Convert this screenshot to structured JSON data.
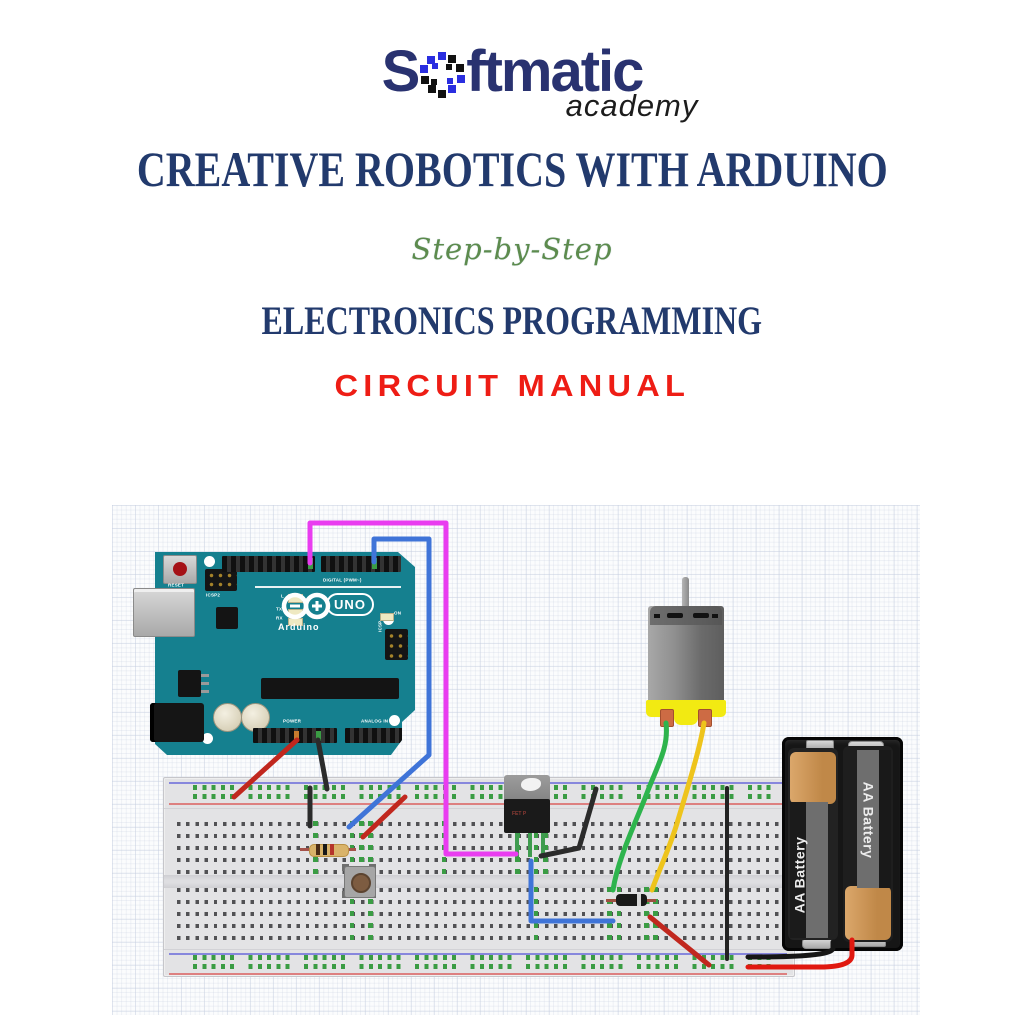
{
  "document": {
    "logo_prefix": "S",
    "logo_suffix": "ftmatic",
    "logo_academy": "academy",
    "title": "CREATIVE ROBOTICS WITH ARDUINO",
    "step_line": "Step-by-Step",
    "subtitle": "ELECTRONICS PROGRAMMING",
    "manual_line": "CIRCUIT MANUAL"
  },
  "colors": {
    "logo_navy": "#293270",
    "title_navy": "#223a6d",
    "step_green": "#5d8b4d",
    "manual_red": "#ee1d15",
    "board_teal": "#15808f",
    "wire_magenta": "#e93cf0",
    "wire_blue": "#3f74d8",
    "wire_red": "#c1271e",
    "wire_black": "#2b2b2b",
    "wire_green": "#2eb44d",
    "wire_yellow": "#eec41c"
  },
  "arduino": {
    "brand": "Arduino",
    "model": "UNO",
    "reset_label": "RESET",
    "icsp2_label": "ICSP2",
    "icsp_label": "ICSP",
    "digital_label": "DIGITAL (PWM~)",
    "power_label": "POWER",
    "analog_label": "ANALOG IN",
    "led_l": "L",
    "led_tx": "TX",
    "led_rx": "RX",
    "on_label": "ON"
  },
  "transistor": {
    "marking": "FET P"
  },
  "battery": {
    "left_label": "AA Battery",
    "right_label": "AA Battery"
  }
}
